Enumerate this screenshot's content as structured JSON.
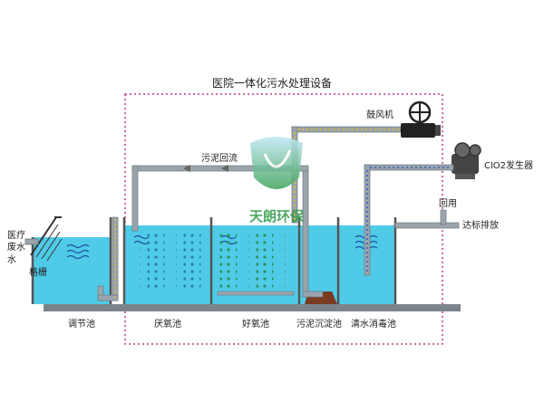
{
  "diagram": {
    "title": "医院一体化污水处理设备",
    "stages": [
      {
        "id": "regulating",
        "label": "调节池"
      },
      {
        "id": "anaerobic",
        "label": "厌氧池"
      },
      {
        "id": "aerobic",
        "label": "好氧池"
      },
      {
        "id": "sludge-settling",
        "label": "污泥沉淀池"
      },
      {
        "id": "disinfection",
        "label": "清水消毒池"
      }
    ],
    "labels": {
      "inlet_line1": "医疗",
      "inlet_line2": "废水",
      "inlet_line3": "水",
      "grille": "格栅",
      "blower": "鼓风机",
      "clo2_generator": "ClO2发生器",
      "sludge_return": "污泥回流",
      "reuse": "回用",
      "discharge": "达标排放",
      "watermark": "天朗环保"
    },
    "colors": {
      "water": "#4fcbe8",
      "pipe": "#9aa4ab",
      "pipe_edge": "#6e7a82",
      "frame": "#c03a8e",
      "tank_wall": "#555555",
      "sludge": "#7a3b22",
      "accent_green": "#2e9b48"
    }
  }
}
